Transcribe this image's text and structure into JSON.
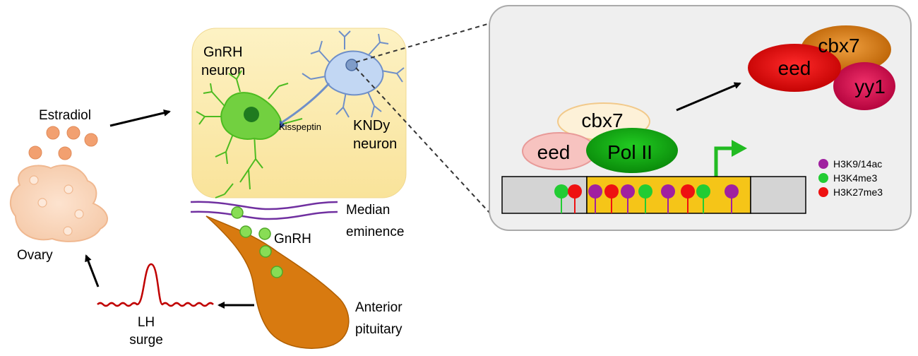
{
  "labels": {
    "estradiol": "Estradiol",
    "ovary": "Ovary",
    "gnrh_neuron_line1": "GnRH",
    "gnrh_neuron_line2": "neuron",
    "kisspeptin": "Kisspeptin",
    "kndy_line1": "KNDy",
    "kndy_line2": "neuron",
    "median_eminence_line1": "Median",
    "median_eminence_line2": "eminence",
    "gnrh": "GnRH",
    "anterior_pituitary_line1": "Anterior",
    "anterior_pituitary_line2": "pituitary",
    "lh_surge_line1": "LH",
    "lh_surge_line2": "surge"
  },
  "complex_on_gene": {
    "cbx7": "cbx7",
    "eed": "eed",
    "pol2": "Pol II"
  },
  "complex_released": {
    "cbx7": "cbx7",
    "eed": "eed",
    "yy1": "yy1"
  },
  "legend": [
    {
      "label": "H3K9/14ac",
      "color": "#a020a0"
    },
    {
      "label": "H3K4me3",
      "color": "#22cc33"
    },
    {
      "label": "H3K27me3",
      "color": "#ee1111"
    }
  ],
  "histone_marks": [
    {
      "mark": "H3K4me3",
      "color": "#22cc33"
    },
    {
      "mark": "H3K27me3",
      "color": "#ee1111"
    },
    {
      "mark": "H3K9/14ac",
      "color": "#a020a0"
    },
    {
      "mark": "H3K27me3",
      "color": "#ee1111"
    },
    {
      "mark": "H3K9/14ac",
      "color": "#a020a0"
    },
    {
      "mark": "H3K4me3",
      "color": "#22cc33"
    },
    {
      "mark": "H3K9/14ac",
      "color": "#a020a0"
    },
    {
      "mark": "H3K27me3",
      "color": "#ee1111"
    },
    {
      "mark": "H3K4me3",
      "color": "#22cc33"
    },
    {
      "mark": "H3K9/14ac",
      "color": "#a020a0"
    }
  ],
  "colors": {
    "hypothalamus_box": "#fbeaa8",
    "gnrh_neuron": "#66cc33",
    "kndy_neuron": "#b7cff0",
    "pituitary": "#d87a10",
    "gnrh_granule": "#88dd55",
    "lh_wave": "#c00000",
    "promoter": "#f5c518",
    "transcription_arrow": "#22bb22"
  }
}
